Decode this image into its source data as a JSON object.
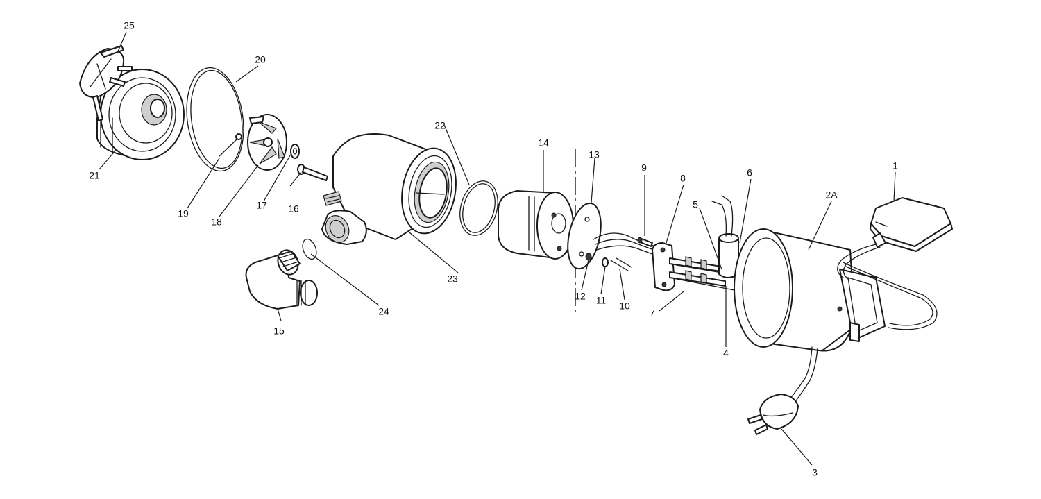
{
  "callouts": {
    "c1": "1",
    "c2a": "2A",
    "c3": "3",
    "c4": "4",
    "c5": "5",
    "c6": "6",
    "c7": "7",
    "c8": "8",
    "c9": "9",
    "c10": "10",
    "c11": "11",
    "c12": "12",
    "c13": "13",
    "c14": "14",
    "c15": "15",
    "c16": "16",
    "c17": "17",
    "c18": "18",
    "c19": "19",
    "c20": "20",
    "c21": "21",
    "c22": "22",
    "c23": "23",
    "c24": "24",
    "c25": "25"
  },
  "colors": {
    "line": "#1a1a1a",
    "background": "#ffffff",
    "shade": "#cfcfcf"
  }
}
